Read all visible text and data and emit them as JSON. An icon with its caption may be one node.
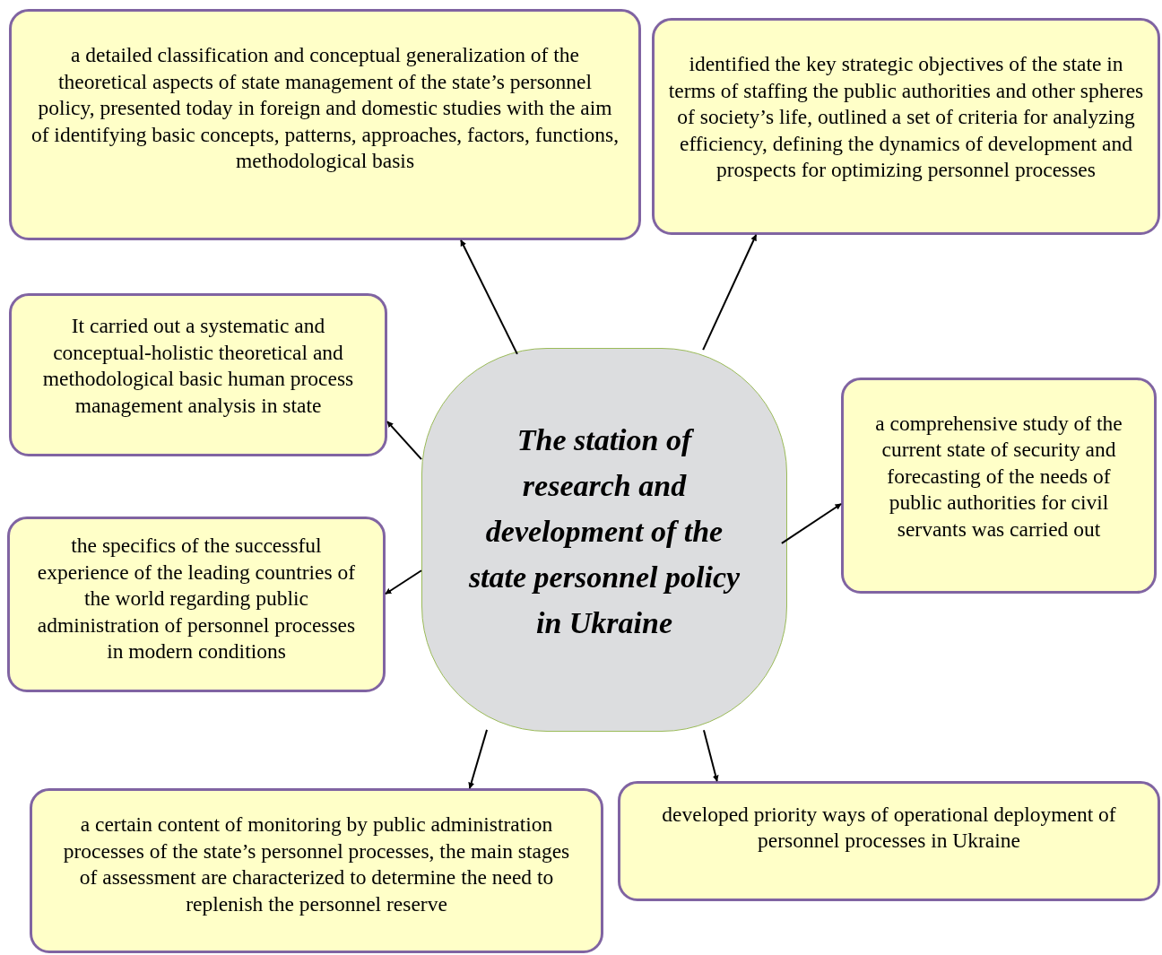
{
  "diagram": {
    "nodes": [
      {
        "text": [
          "The station of research and development of the state personnel policy in Ukraine"
        ]
      },
      {
        "text": [
          "a detailed classification and conceptual generalization of the theoretical aspects of state management of the state’s personnel policy, presented today in foreign and domestic studies with the aim of identifying basic concepts, patterns, approaches, factors, functions, methodological basis"
        ]
      },
      {
        "text": [
          "identified the key strategic objectives of the state in terms of staffing the public authorities and other spheres of society’s life, outlined a set of criteria for analyzing efficiency, defining the dynamics of development and prospects for optimizing personnel processes"
        ]
      },
      {
        "text": [
          "It carried out a systematic and conceptual-holistic theoretical and methodological basic human process management analysis in state"
        ]
      },
      {
        "text": [
          "a comprehensive study of the current state of security and forecasting of the needs of public authorities for civil servants was carried out"
        ]
      },
      {
        "text": [
          "the specifics of the successful experience of the leading countries of the world regarding public administration of personnel processes in modern conditions"
        ]
      },
      {
        "text": [
          "a certain content of monitoring by public administration processes of the state’s personnel processes, the main stages of assessment are characterized to determine the need to replenish the personnel reserve"
        ]
      },
      {
        "text": [
          "developed priority ways of operational deployment of personnel processes in Ukraine"
        ]
      }
    ],
    "edges": [
      {
        "from": 0,
        "to": 1,
        "arrow": "to"
      },
      {
        "from": 0,
        "to": 2,
        "arrow": "to"
      },
      {
        "from": 0,
        "to": 3,
        "arrow": "to"
      },
      {
        "from": 0,
        "to": 4,
        "arrow": "to"
      },
      {
        "from": 0,
        "to": 5,
        "arrow": "to"
      },
      {
        "from": 0,
        "to": 6,
        "arrow": "to"
      },
      {
        "from": 0,
        "to": 7,
        "arrow": "to"
      }
    ]
  }
}
